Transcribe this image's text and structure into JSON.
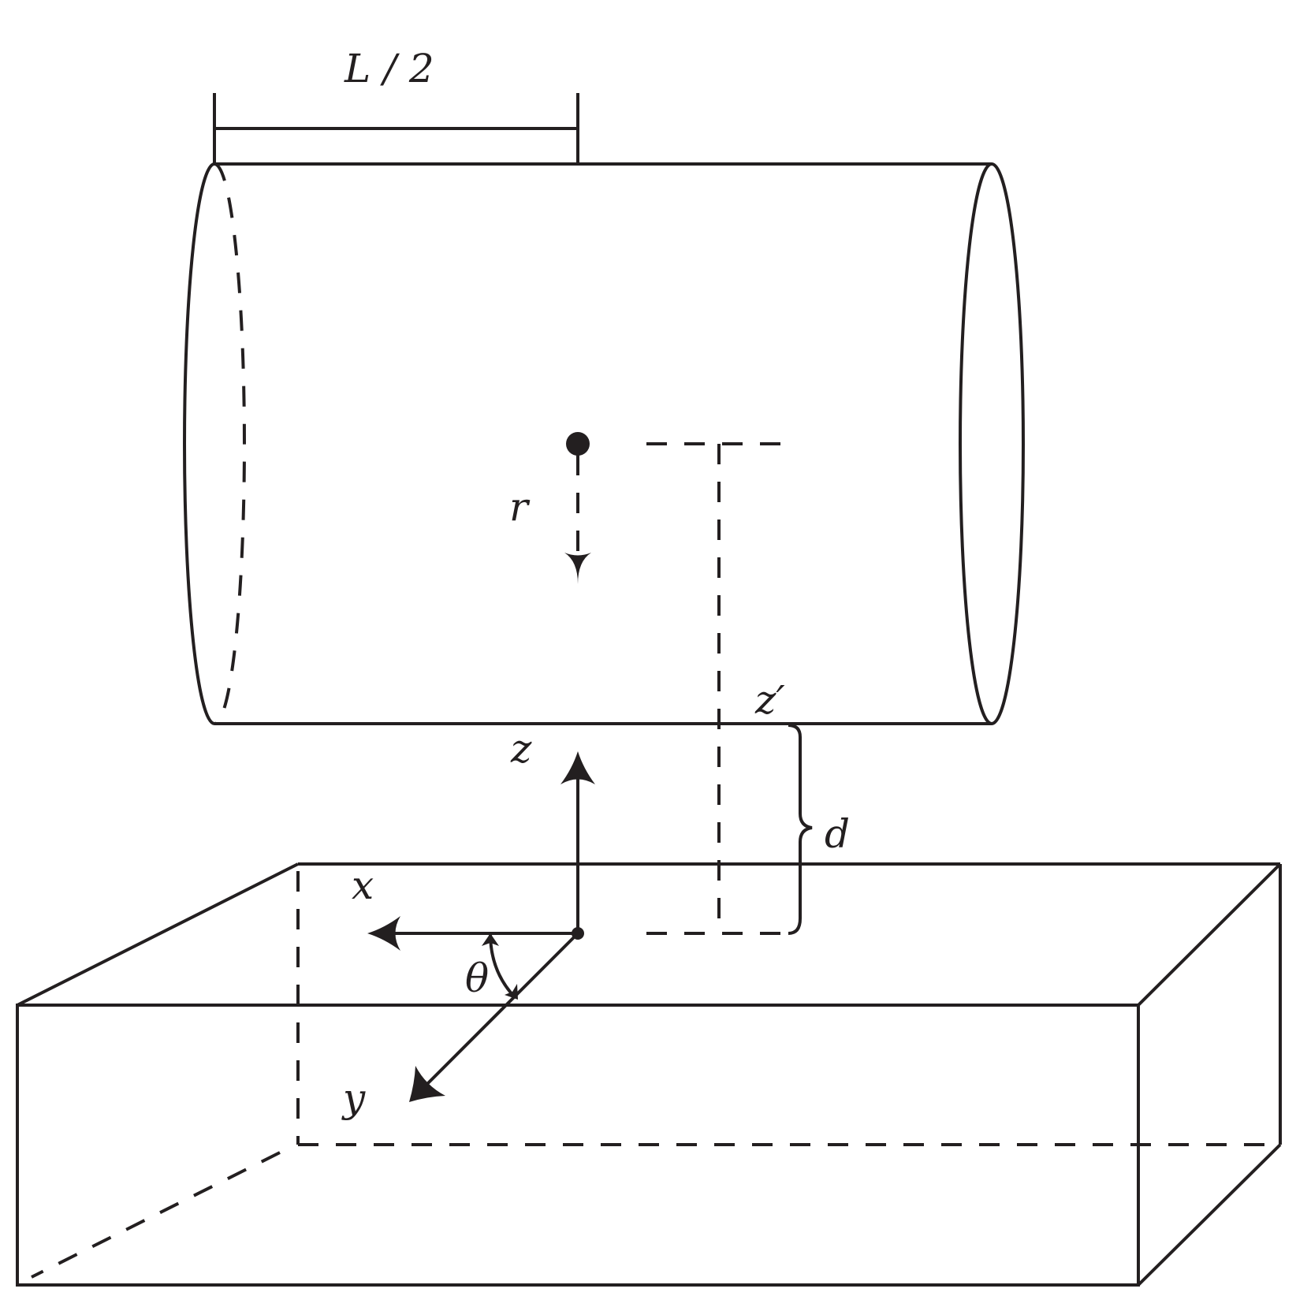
{
  "labels": {
    "length": "L / 2",
    "r": "r",
    "z_prime": "z′",
    "z": "z",
    "d": "d",
    "x": "x",
    "y": "y",
    "theta": "θ"
  }
}
